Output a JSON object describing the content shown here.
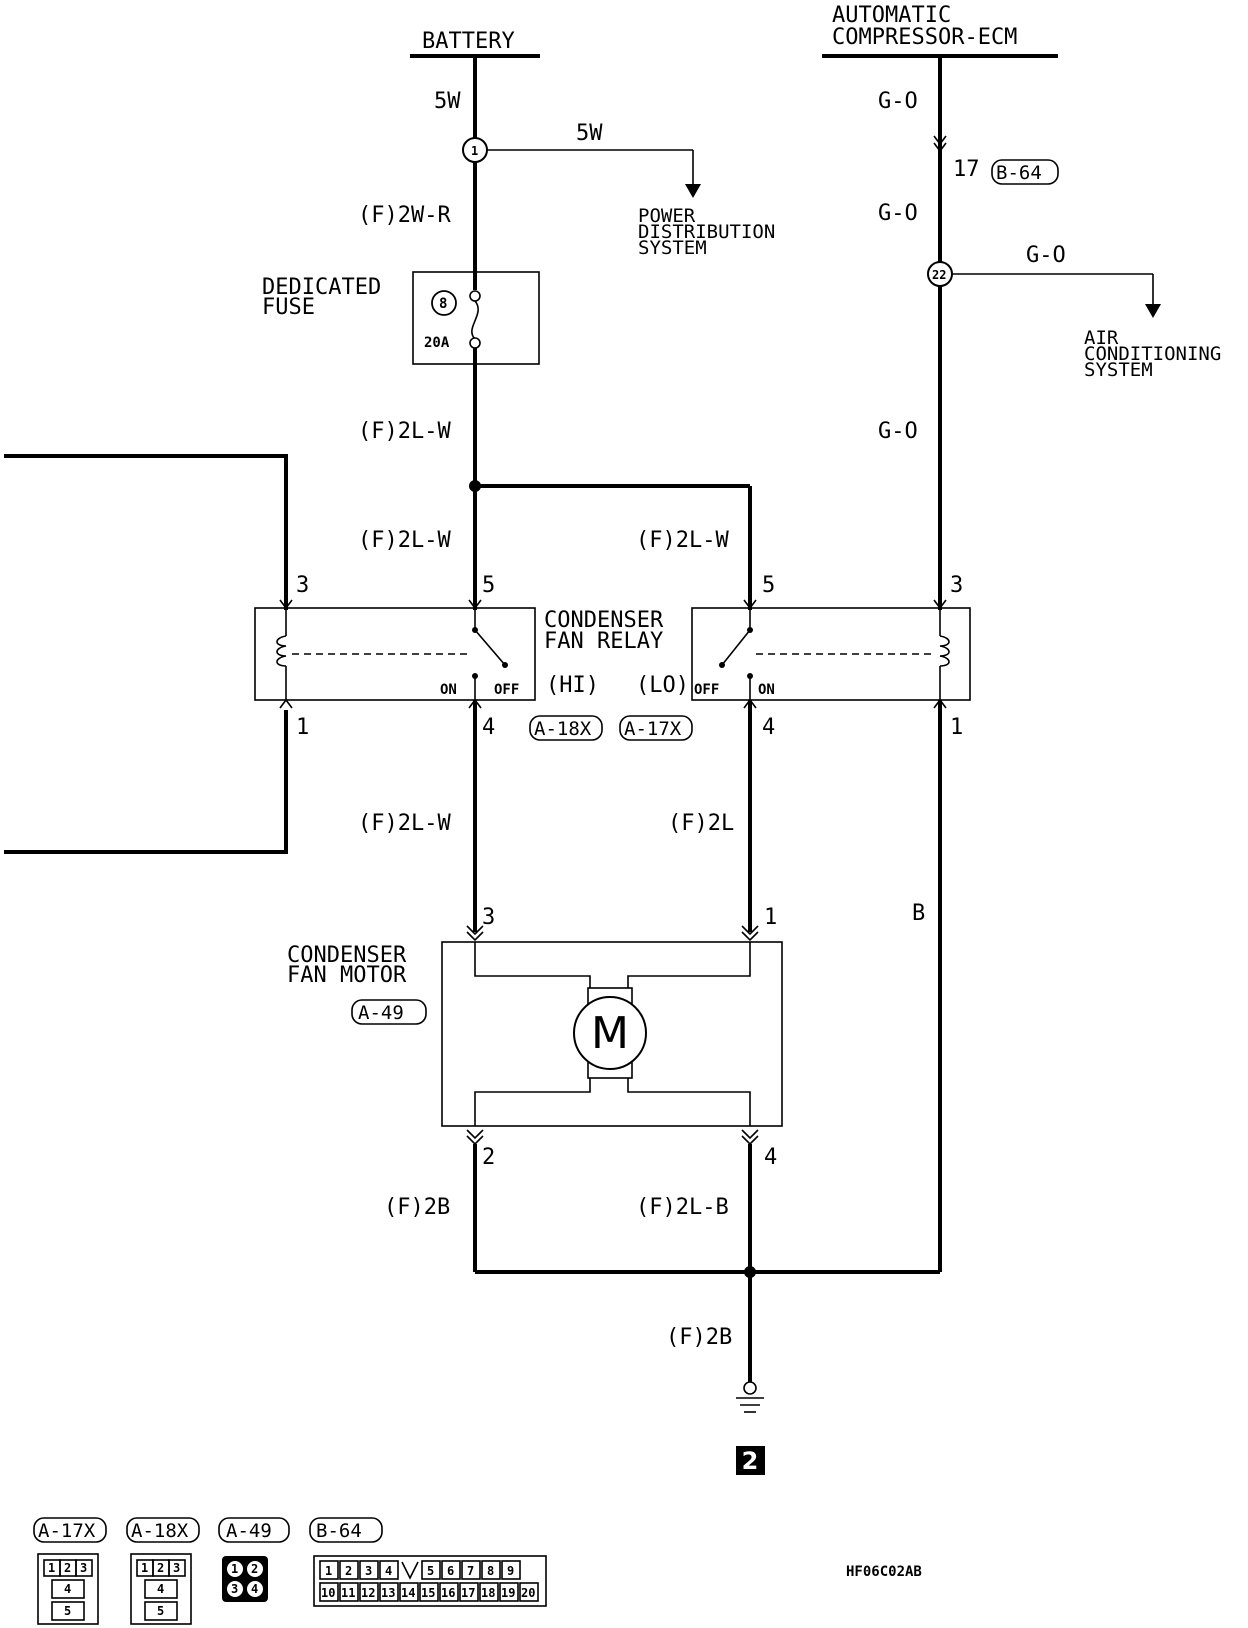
{
  "sources": {
    "battery": "BATTERY",
    "ecm_line1": "AUTOMATIC",
    "ecm_line2": "COMPRESSOR-ECM"
  },
  "wires": {
    "bat_top": "5W",
    "bat_branch": "5W",
    "to_fuse": "(F)2W-R",
    "fuse_out": "(F)2L-W",
    "hi_in": "(F)2L-W",
    "lo_in": "(F)2L-W",
    "hi_out": "(F)2L-W",
    "lo_out": "(F)2L",
    "ecm_top": "G-O",
    "ecm_mid": "G-O",
    "ecm_branch": "G-O",
    "ecm_low": "G-O",
    "ground_right": "B",
    "motor_gnd_left": "(F)2B",
    "motor_gnd_right": "(F)2L-B",
    "main_gnd": "(F)2B"
  },
  "junctions": {
    "j1": "1",
    "j22": "22"
  },
  "branches": {
    "power_line1": "POWER",
    "power_line2": "DISTRIBUTION",
    "power_line3": "SYSTEM",
    "ac_line1": "AIR",
    "ac_line2": "CONDITIONING",
    "ac_line3": "SYSTEM"
  },
  "ecm_connector": {
    "pin": "17",
    "code": "B-64"
  },
  "fuse": {
    "label1": "DEDICATED",
    "label2": "FUSE",
    "number": "8",
    "rating": "20A"
  },
  "relay": {
    "title1": "CONDENSER",
    "title2": "FAN RELAY",
    "hi_label": "(HI)",
    "lo_label": "(LO)",
    "hi_code": "A-18X",
    "lo_code": "A-17X",
    "on": "ON",
    "off": "OFF",
    "pins": {
      "hi_coil_top": "3",
      "hi_sw_top": "5",
      "hi_coil_bot": "1",
      "hi_sw_bot": "4",
      "lo_sw_top": "5",
      "lo_coil_top": "3",
      "lo_sw_bot": "4",
      "lo_coil_bot": "1"
    }
  },
  "motor": {
    "title1": "CONDENSER",
    "title2": "FAN MOTOR",
    "code": "A-49",
    "symbol": "M",
    "pins": {
      "top_left": "3",
      "top_right": "1",
      "bot_left": "2",
      "bot_right": "4"
    }
  },
  "ground": {
    "number": "2"
  },
  "connectors": {
    "labels": [
      "A-17X",
      "A-18X",
      "A-49",
      "B-64"
    ],
    "relay_pins": [
      "1",
      "2",
      "3",
      "4",
      "5"
    ],
    "motor_pins": [
      "1",
      "2",
      "3",
      "4"
    ],
    "b64_row1": [
      "1",
      "2",
      "3",
      "4",
      "",
      "5",
      "6",
      "7",
      "8",
      "9"
    ],
    "b64_row2": [
      "10",
      "11",
      "12",
      "13",
      "14",
      "15",
      "16",
      "17",
      "18",
      "19",
      "20"
    ]
  },
  "figure_code": "HF06C02AB"
}
